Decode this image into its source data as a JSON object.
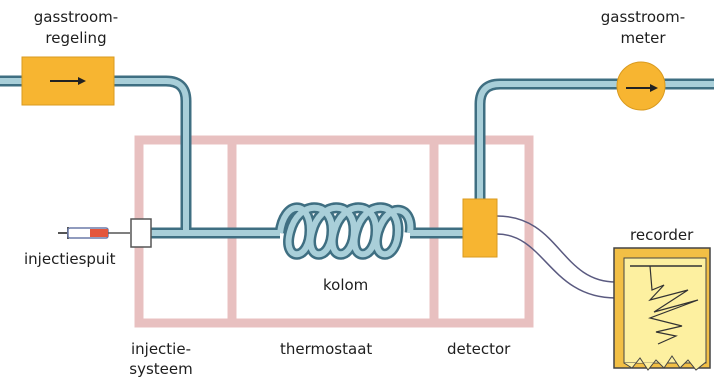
{
  "labels": {
    "flow_regulator": [
      "gasstroom-",
      "regeling"
    ],
    "flow_meter": [
      "gasstroom-",
      "meter"
    ],
    "syringe": "injectiespuit",
    "injection_system": [
      "injectie-",
      "systeem"
    ],
    "thermostat": "thermostaat",
    "detector": "detector",
    "column": "kolom",
    "recorder": "recorder"
  },
  "colors": {
    "tube_fill": "#a9cfd9",
    "tube_edge": "#3f6f82",
    "component": "#f7b531",
    "oven_frame": "#e8c0c0",
    "recorder_paper": "#fdf0a0",
    "signal_wire": "#5a5a80"
  }
}
